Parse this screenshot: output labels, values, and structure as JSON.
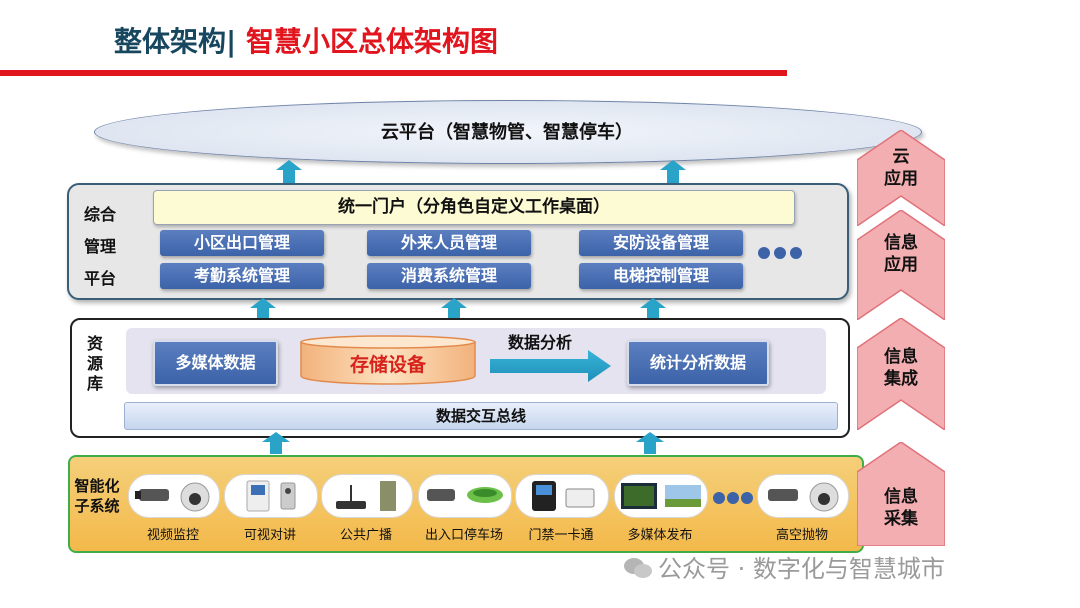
{
  "header": {
    "title_part1": "整体架构|",
    "title_part2": "智慧小区总体架构图"
  },
  "cloud_platform": {
    "label": "云平台（智慧物管、智慧停车）"
  },
  "management": {
    "side_label_lines": [
      "综合",
      "管理",
      "平台"
    ],
    "portal": "统一门户（分角色自定义工作桌面）",
    "modules_row1": [
      "小区出口管理",
      "外来人员管理",
      "安防设备管理"
    ],
    "modules_row2": [
      "考勤系统管理",
      "消费系统管理",
      "电梯控制管理"
    ]
  },
  "resource": {
    "side_label_lines": [
      "资",
      "源",
      "库"
    ],
    "media_data": "多媒体数据",
    "storage": "存储设备",
    "analysis_label": "数据分析",
    "stats_data": "统计分析数据",
    "bus": "数据交互总线"
  },
  "collection": {
    "side_label_lines": [
      "智能化",
      "子系统"
    ],
    "devices": [
      "视频监控",
      "可视对讲",
      "公共广播",
      "出入口停车场",
      "门禁一卡通",
      "多媒体发布",
      "高空抛物"
    ]
  },
  "side_arrows": [
    {
      "lines": [
        "云",
        "应用"
      ]
    },
    {
      "lines": [
        "信息",
        "应用"
      ]
    },
    {
      "lines": [
        "信息",
        "集成"
      ]
    },
    {
      "lines": [
        "信息",
        "采集"
      ]
    }
  ],
  "watermark": "公众号 · 数字化与智慧城市",
  "colors": {
    "title_dark": "#17465f",
    "accent_red": "#e0151d",
    "arrow_blue": "#2aa3c9",
    "module_blue": "#3c62a8",
    "side_arrow_pink": "#f2aeb0"
  }
}
